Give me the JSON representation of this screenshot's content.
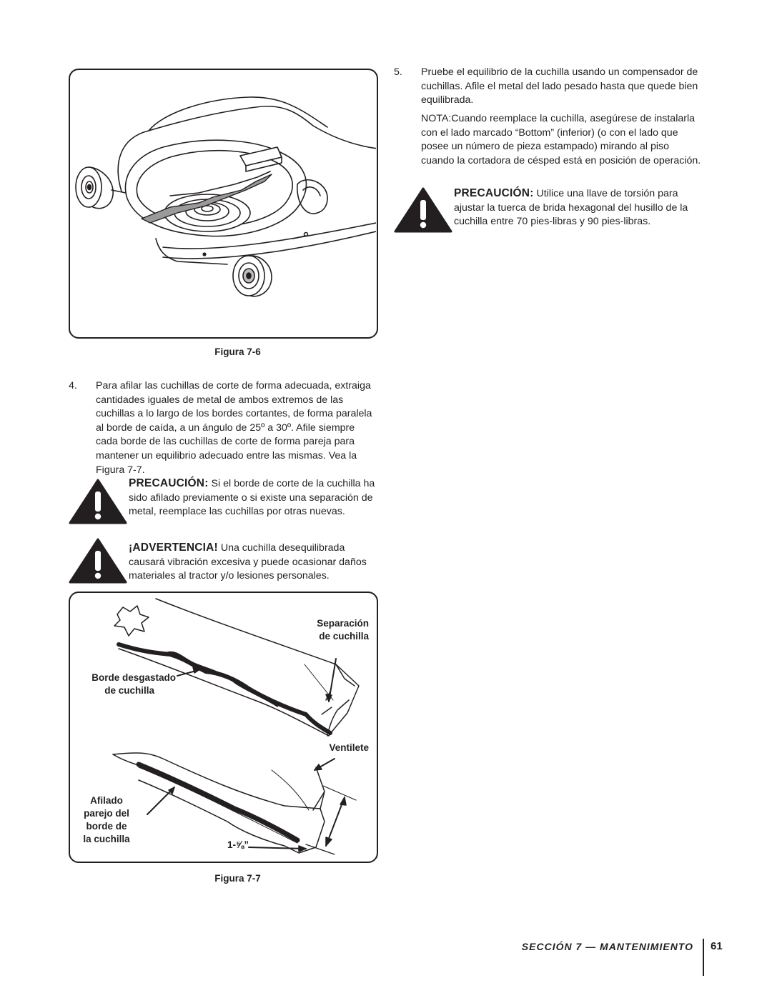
{
  "figure_6": {
    "caption": "Figura 7-6"
  },
  "figure_7": {
    "caption": "Figura 7-7",
    "labels": {
      "gap_line1": "Separación",
      "gap_line2": "de cuchilla",
      "worn_line1": "Borde desgastado",
      "worn_line2": "de cuchilla",
      "fan": "Ventilete",
      "sharp_line1": "Afilado",
      "sharp_line2": "parejo del",
      "sharp_line3": "borde de",
      "sharp_line4": "la cuchilla",
      "dimension": "1-⅝”"
    }
  },
  "step_4": {
    "number": "4.",
    "text": "Para afilar las cuchillas de corte de forma adecuada, extraiga cantidades iguales de metal de ambos extremos de las cuchillas a lo largo de los bordes cortantes, de forma paralela al borde de caída, a un ángulo de 25º a 30º. Afile siempre cada borde de las cuchillas de corte de forma pareja para mantener un equilibrio adecuado entre las mismas. Vea la Figura 7-7."
  },
  "caution_1": {
    "keyword": "PRECAUCIÓN:",
    "text": "Si el borde de corte de la cuchilla ha sido afilado previamente o si existe una separación de metal, reemplace las cuchillas por otras nuevas."
  },
  "warning_1": {
    "keyword": "¡ADVERTENCIA!",
    "text": "Una cuchilla desequilibrada causará vibración excesiva y puede ocasionar daños materiales al tractor y/o lesiones personales."
  },
  "step_5": {
    "number": "5.",
    "text": "Pruebe el equilibrio de la cuchilla usando un compensador de cuchillas. Afile el metal del lado pesado hasta que quede bien equilibrada."
  },
  "note": {
    "text": "NOTA:Cuando reemplace la cuchilla, asegúrese de instalarla con el lado marcado “Bottom” (inferior) (o con el lado que posee un número de pieza estampado) mirando al piso cuando la cortadora de césped está en posición de operación."
  },
  "caution_2": {
    "keyword": "PRECAUCIÓN:",
    "text": "Utilice una llave de torsión para ajustar la tuerca de brida hexagonal del husillo de la cuchilla entre 70 pies-libras y 90 pies-libras."
  },
  "footer": {
    "section_title": "SECCIÓN 7 — MANTENIMIENTO",
    "page_number": "61"
  }
}
